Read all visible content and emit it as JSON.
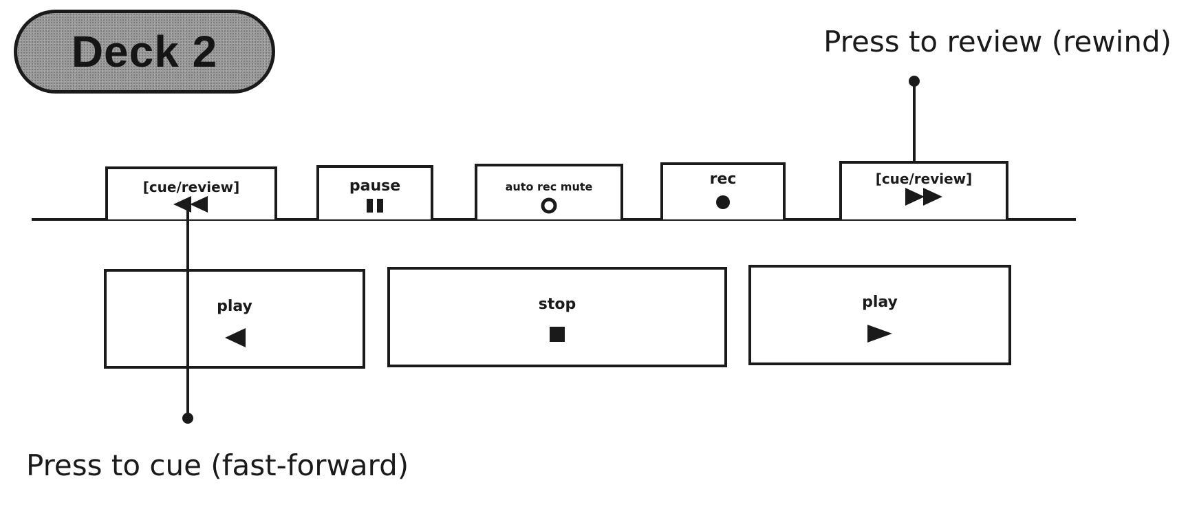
{
  "deck": {
    "title": "Deck 2"
  },
  "callouts": {
    "review": "Press to review (rewind)",
    "cue": "Press to cue (fast-forward)"
  },
  "top_buttons": [
    {
      "label": "[cue/review]",
      "icon": "rewind-icon"
    },
    {
      "label": "pause",
      "icon": "pause-icon"
    },
    {
      "label": "auto rec mute",
      "icon": "ring-icon"
    },
    {
      "label": "rec",
      "icon": "record-dot-icon"
    },
    {
      "label": "[cue/review]",
      "icon": "fast-forward-icon"
    }
  ],
  "bottom_buttons": [
    {
      "label": "play",
      "icon": "play-left-icon"
    },
    {
      "label": "stop",
      "icon": "stop-icon"
    },
    {
      "label": "play",
      "icon": "play-right-icon"
    }
  ],
  "colors": {
    "ink": "#1a1a1a",
    "badge_fill": "#9a9a9a",
    "background": "#ffffff"
  }
}
